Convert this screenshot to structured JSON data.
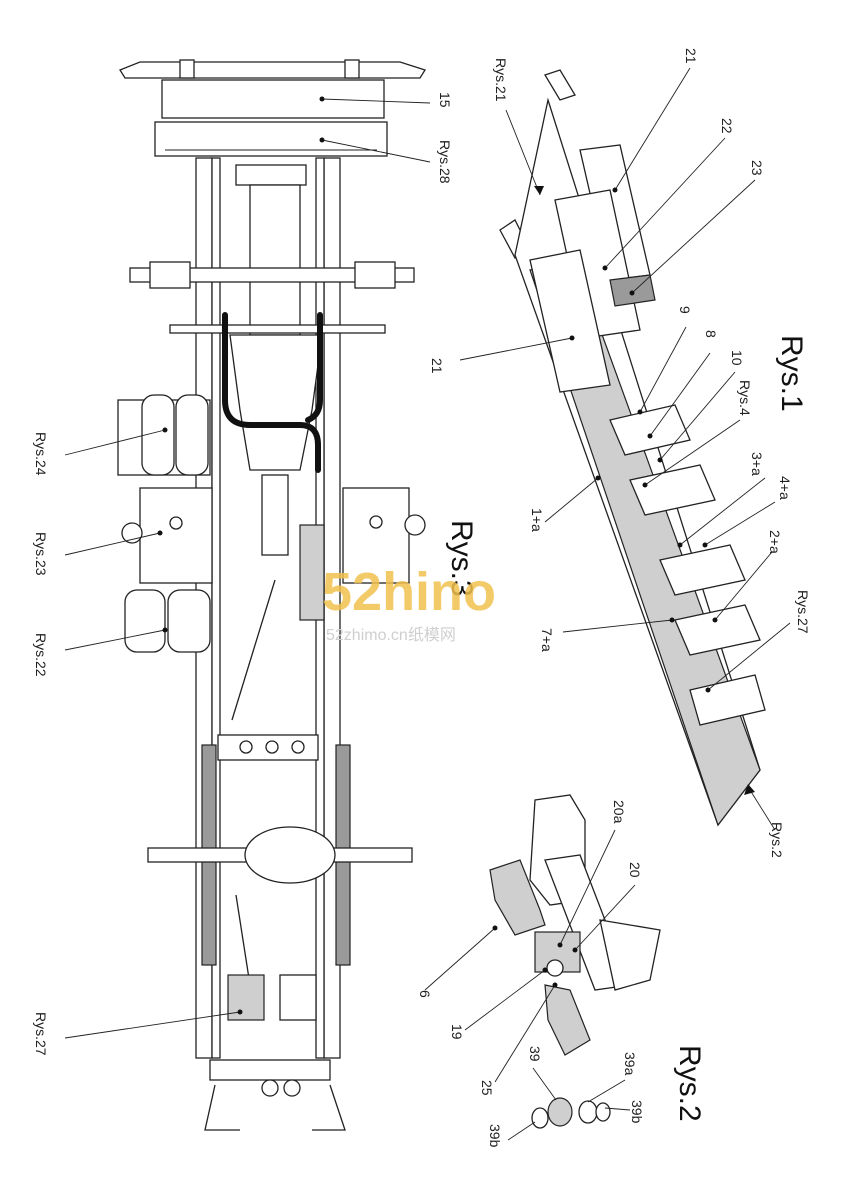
{
  "labels": {
    "chassis": {
      "p15": "15",
      "rys28": "Rys.28",
      "rys24": "Rys.24",
      "rys23": "Rys.23",
      "rys22": "Rys.22",
      "rys27": "Rys.27",
      "rys3": "Rys.3"
    },
    "frame": {
      "rys21": "Rys.21",
      "p21_top": "21",
      "p22": "22",
      "p23": "23",
      "p21_left": "21",
      "p9": "9",
      "p8": "8",
      "p10": "10",
      "rys4": "Rys.4",
      "p3a": "3+a",
      "p4a": "4+a",
      "p1a": "1+a",
      "p2a": "2+a",
      "p7a": "7+a",
      "rys27": "Rys.27",
      "rys2": "Rys.2",
      "title": "Rys.1"
    },
    "detail": {
      "p20a": "20a",
      "p20": "20",
      "p6": "6",
      "p19": "19",
      "p25": "25",
      "p39": "39",
      "p39a": "39a",
      "p39b_right": "39b",
      "p39b_left": "39b",
      "title": "Rys.2"
    }
  },
  "watermark": {
    "logo": "52hino",
    "site": "52zhimo.cn纸模网"
  },
  "colors": {
    "line": "#222222",
    "fill_light": "#cfcfcf",
    "fill_dark": "#9a9a9a",
    "hose": "#111111",
    "watermark": "#f2c14e"
  }
}
